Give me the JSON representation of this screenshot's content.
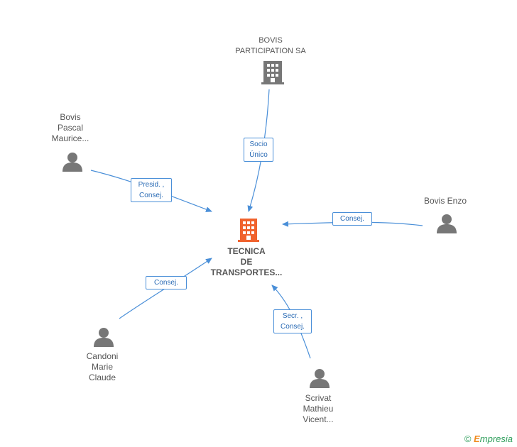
{
  "nodes": {
    "center": {
      "label": "TECNICA\nDE\nTRANSPORTES...",
      "color": "#f0622d"
    },
    "bovis_participation": {
      "label": "BOVIS\nPARTICIPATION SA",
      "color": "#777777"
    },
    "bovis_pascal": {
      "label": "Bovis\nPascal\nMaurice..."
    },
    "bovis_enzo": {
      "label": "Bovis Enzo"
    },
    "candoni": {
      "label": "Candoni\nMarie\nClaude"
    },
    "scrivat": {
      "label": "Scrivat\nMathieu\nVicent..."
    }
  },
  "edges": {
    "socio_unico": "Socio\nÚnico",
    "presid_consej": "Presid. ,\nConsej.",
    "consej_enzo": "Consej.",
    "consej_candoni": "Consej.",
    "secr_consej": "Secr. ,\nConsej."
  },
  "colors": {
    "edge": "#4a8fd8",
    "person": "#777777"
  },
  "brand": {
    "copyright": "©",
    "name_e": "E",
    "name_rest": "mpresia"
  }
}
